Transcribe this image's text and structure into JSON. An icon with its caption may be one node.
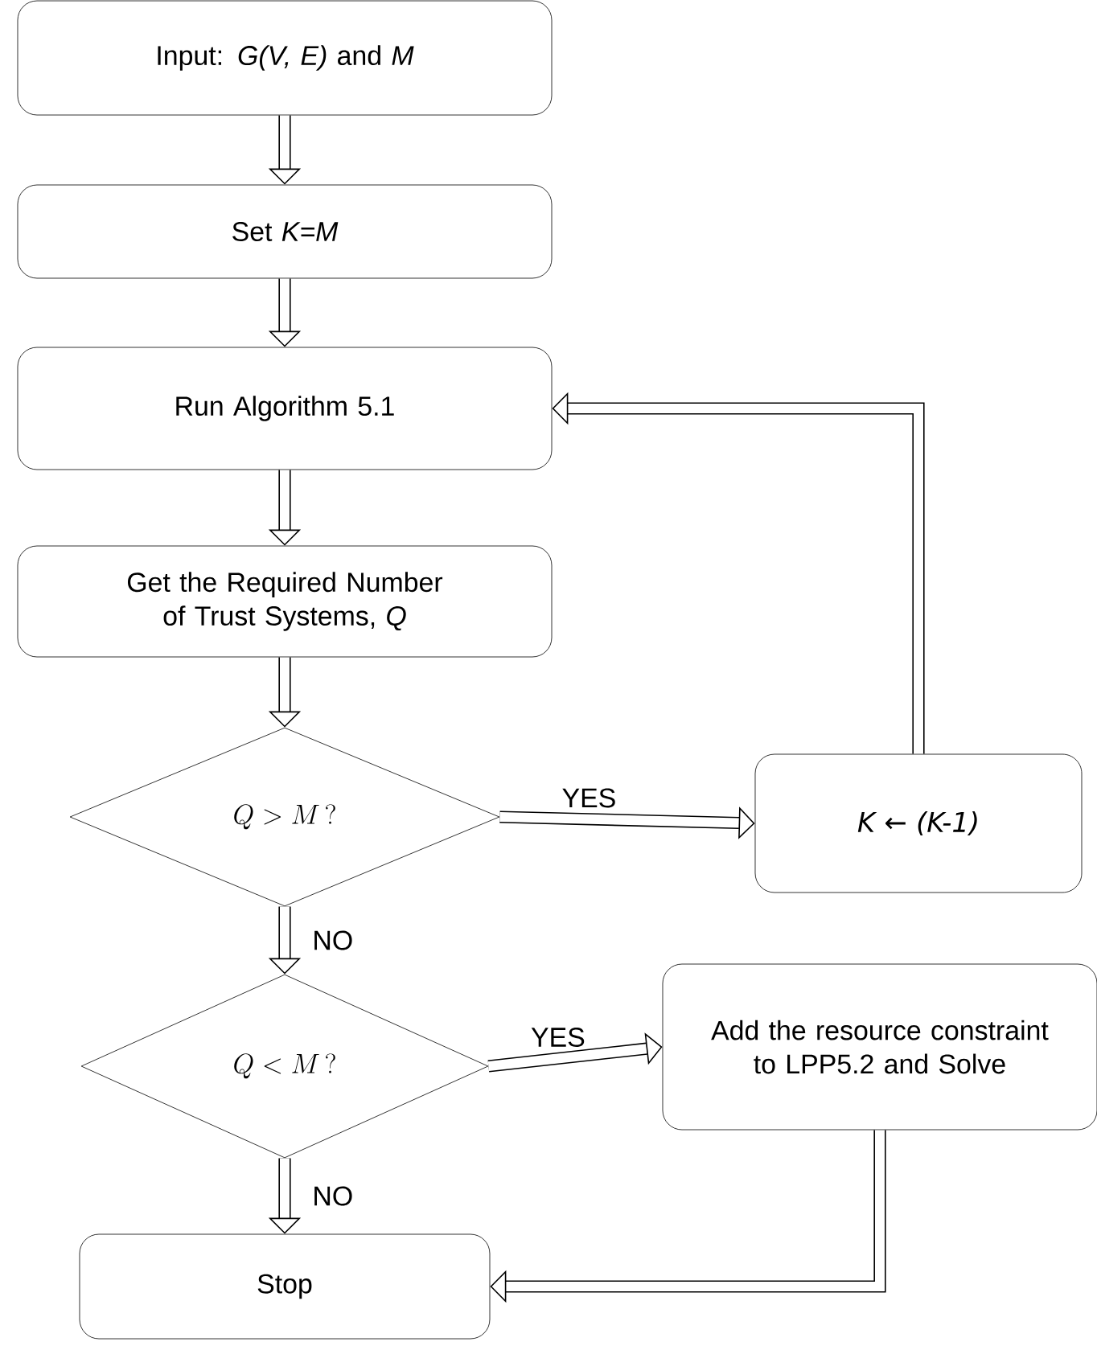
{
  "diagram": {
    "nodes": [
      {
        "text": [
          "Input: *G(V, E)* and *M*"
        ]
      },
      {
        "text": [
          "Set *K=M*"
        ]
      },
      {
        "text": [
          "Run Algorithm 5.1"
        ]
      },
      {
        "text": [
          "Get the Required Number of Trust Systems, *Q*"
        ]
      },
      {
        "text": [
          "Q > M\\,?"
        ]
      },
      {
        "text": [
          "K ← (K-1)"
        ]
      },
      {
        "text": [
          "Q < M\\,?"
        ]
      },
      {
        "text": [
          "Add the resource constraint to LPP5.2 and Solve"
        ]
      },
      {
        "text": [
          "Stop"
        ]
      }
    ],
    "edges": [
      {
        "from": 0,
        "to": 1,
        "arrow": "to"
      },
      {
        "from": 1,
        "to": 2,
        "arrow": "to"
      },
      {
        "from": 2,
        "to": 3,
        "arrow": "to"
      },
      {
        "from": 3,
        "to": 4,
        "arrow": "to"
      },
      {
        "from": 4,
        "to": 5,
        "arrow": "to",
        "label": "YES"
      },
      {
        "from": 5,
        "to": 2,
        "arrow": "to"
      },
      {
        "from": 4,
        "to": 6,
        "arrow": "to",
        "label": "NO"
      },
      {
        "from": 6,
        "to": 7,
        "arrow": "to",
        "label": "YES"
      },
      {
        "from": 6,
        "to": 8,
        "arrow": "to",
        "label": "NO"
      },
      {
        "from": 7,
        "to": 8,
        "arrow": "to"
      }
    ]
  }
}
